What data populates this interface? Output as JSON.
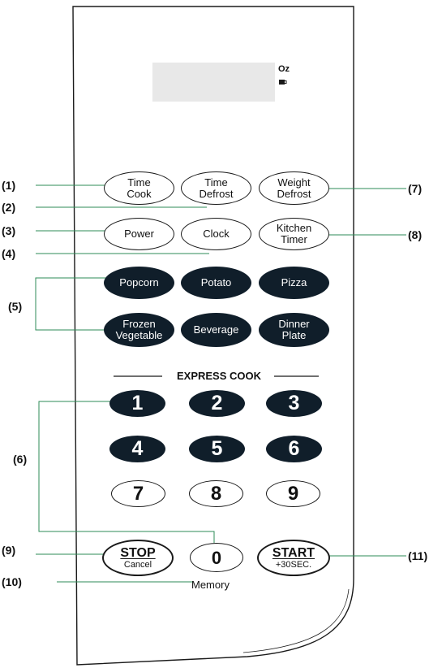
{
  "display": {
    "oz_label": "Oz"
  },
  "callouts": [
    "(1)",
    "(2)",
    "(3)",
    "(4)",
    "(5)",
    "(6)",
    "(7)",
    "(8)",
    "(9)",
    "(10)",
    "(11)"
  ],
  "buttons": {
    "time_cook": [
      "Time",
      "Cook"
    ],
    "time_defrost": [
      "Time",
      "Defrost"
    ],
    "weight_defrost": [
      "Weight",
      "Defrost"
    ],
    "power": "Power",
    "clock": "Clock",
    "kitchen_timer": [
      "Kitchen",
      "Timer"
    ],
    "popcorn": "Popcorn",
    "potato": "Potato",
    "pizza": "Pizza",
    "frozen_vegetable": [
      "Frozen",
      "Vegetable"
    ],
    "beverage": "Beverage",
    "dinner_plate": [
      "Dinner",
      "Plate"
    ],
    "numbers": [
      "1",
      "2",
      "3",
      "4",
      "5",
      "6",
      "7",
      "8",
      "9"
    ],
    "zero": "0",
    "stop": "STOP",
    "cancel": "Cancel",
    "start": "START",
    "plus30": "+30SEC."
  },
  "express_cook": "EXPRESS COOK",
  "memory": "Memory",
  "colors": {
    "dark_button": "#101e2a",
    "leader_line": "#2e8b57",
    "display": "#e8e8e8"
  }
}
